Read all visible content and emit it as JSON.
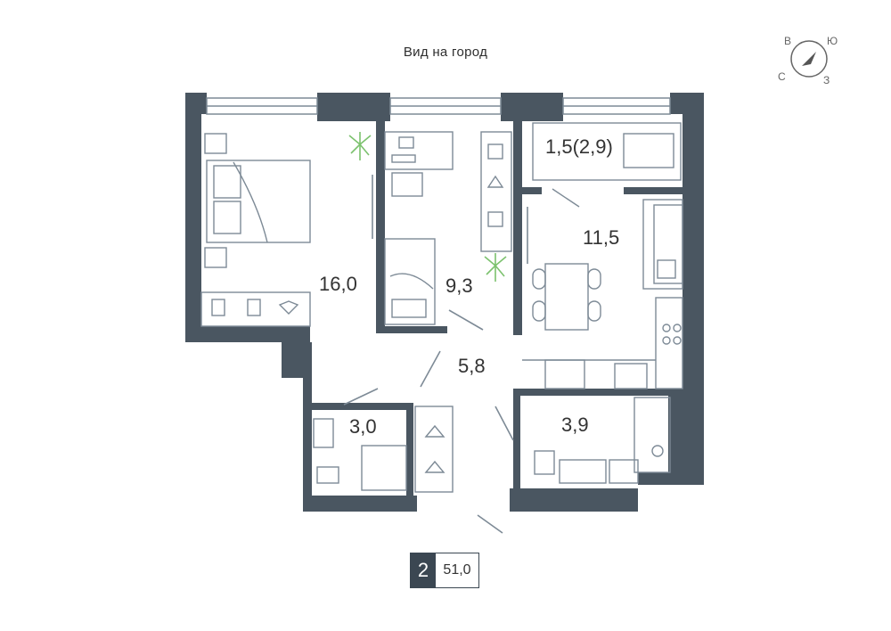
{
  "view_label": "Вид на город",
  "compass": {
    "n": "В",
    "e": "Ю",
    "s": "З",
    "w": "С"
  },
  "rooms": {
    "bedroom": "16,0",
    "kids_room": "9,3",
    "balcony": "1,5(2,9)",
    "kitchen_living": "11,5",
    "hall": "5,8",
    "bathroom": "3,0",
    "utility": "3,9"
  },
  "summary": {
    "rooms": "2",
    "area": "51,0"
  },
  "colors": {
    "wall": "#4a5661",
    "line": "#7d8a96",
    "plant": "#7cc26e"
  }
}
